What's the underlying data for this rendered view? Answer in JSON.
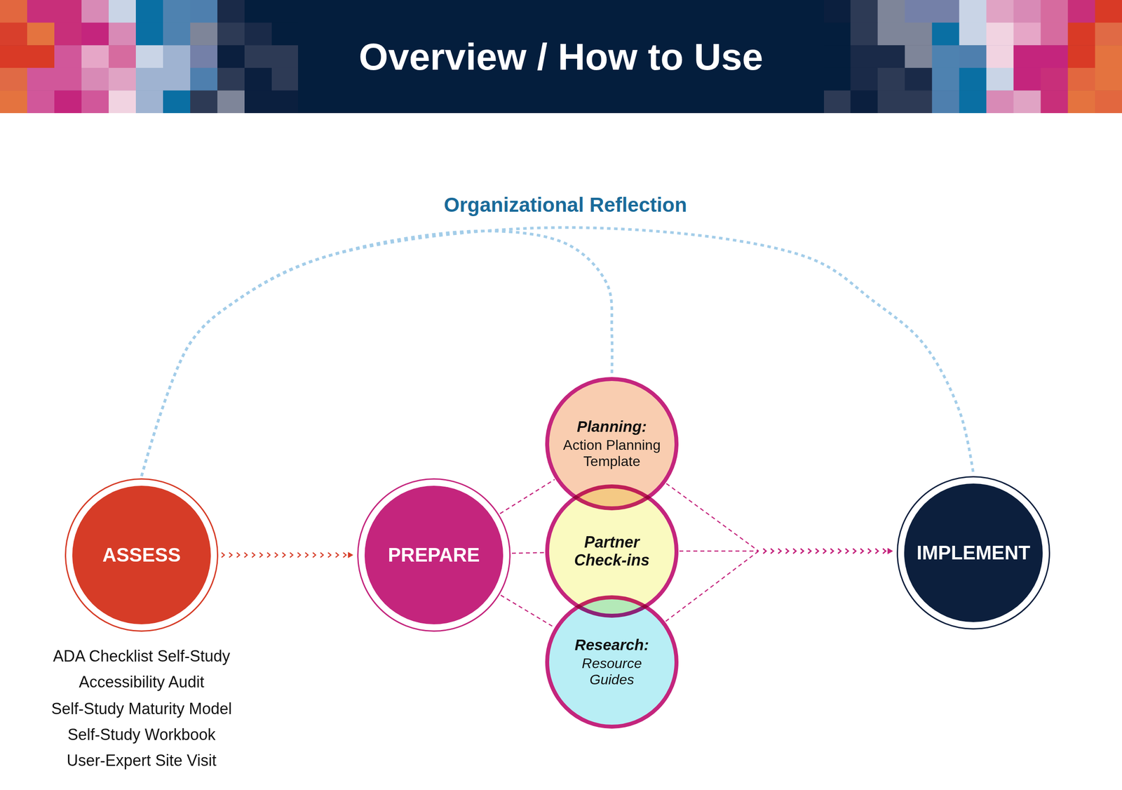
{
  "diagram": {
    "title": "Overview / How to Use",
    "nodes": [
      {
        "text": [
          "ASSESS"
        ]
      },
      {
        "text": [
          "PREPARE"
        ]
      },
      {
        "text": [
          "Planning:",
          "Action Planning Template"
        ]
      },
      {
        "text": [
          "Partner Check-ins"
        ]
      },
      {
        "text": [
          "Research:",
          "Resource Guides"
        ]
      },
      {
        "text": [
          "IMPLEMENT"
        ]
      }
    ],
    "edges": [
      {
        "from": 0,
        "to": 1,
        "arrow": "to"
      },
      {
        "from": 1,
        "to": 2,
        "arrow": "none"
      },
      {
        "from": 1,
        "to": 3,
        "arrow": "none"
      },
      {
        "from": 1,
        "to": 4,
        "arrow": "none"
      },
      {
        "from": 2,
        "to": 5,
        "arrow": "to"
      },
      {
        "from": 3,
        "to": 5,
        "arrow": "to"
      },
      {
        "from": 4,
        "to": 5,
        "arrow": "to"
      },
      {
        "from": 0,
        "to": 5,
        "label": "Organizational Reflection",
        "arrow": "none"
      },
      {
        "from": 0,
        "to": 2,
        "arrow": "none"
      }
    ],
    "labels": [
      "ADA Checklist Self-Study",
      "Accessibility Audit",
      "Self-Study Maturity Model",
      "Self-Study Workbook",
      "User-Expert Site Visit"
    ]
  }
}
